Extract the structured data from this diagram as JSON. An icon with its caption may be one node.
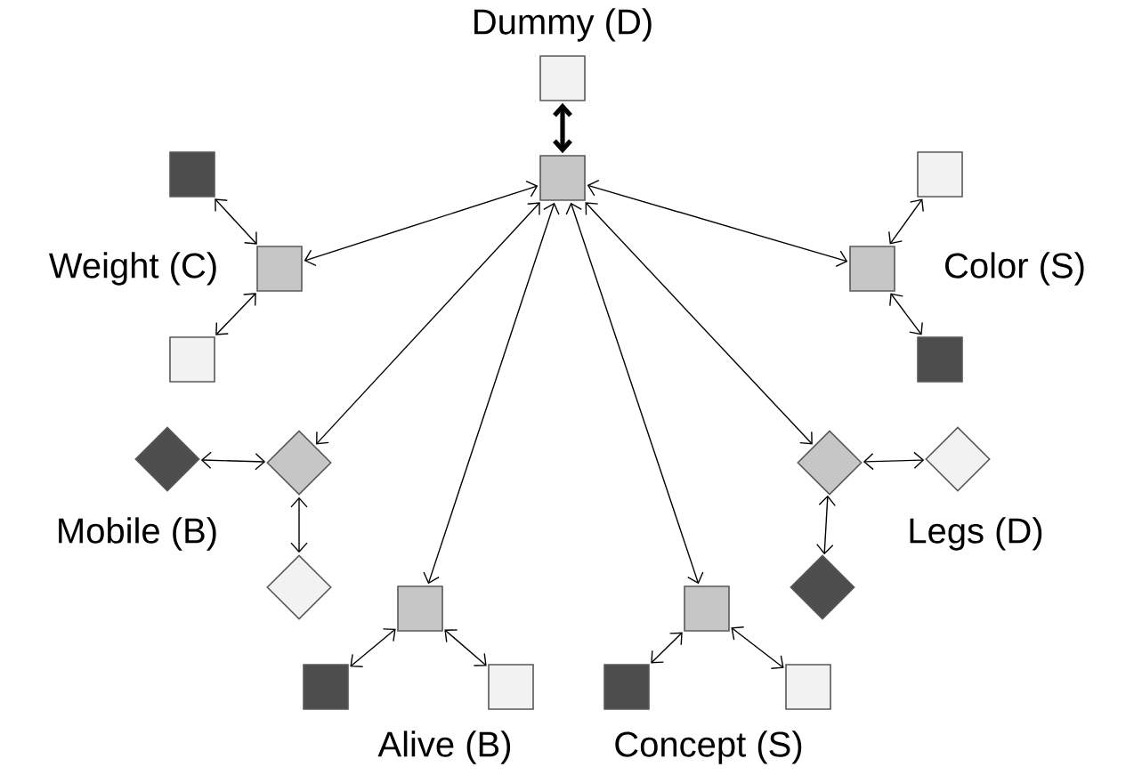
{
  "diagram": {
    "nodes": [
      {
        "text": [],
        "shape": "box"
      },
      {
        "text": [],
        "shape": "box",
        "beside": [
          "Dummy (D)"
        ]
      },
      {
        "text": [],
        "shape": "box",
        "beside": [
          "Weight (C)"
        ]
      },
      {
        "text": [],
        "shape": "box"
      },
      {
        "text": [],
        "shape": "box"
      },
      {
        "text": [],
        "shape": "box",
        "beside": [
          "Color (S)"
        ]
      },
      {
        "text": [],
        "shape": "box"
      },
      {
        "text": [],
        "shape": "box"
      },
      {
        "text": [],
        "shape": "diamond"
      },
      {
        "text": [],
        "shape": "diamond"
      },
      {
        "text": [],
        "shape": "diamond"
      },
      {
        "text": [],
        "shape": "diamond"
      },
      {
        "text": [],
        "shape": "diamond"
      },
      {
        "text": [],
        "shape": "diamond"
      },
      {
        "text": [],
        "shape": "box"
      },
      {
        "text": [],
        "shape": "box"
      },
      {
        "text": [],
        "shape": "box"
      },
      {
        "text": [],
        "shape": "box"
      },
      {
        "text": [],
        "shape": "box"
      },
      {
        "text": [],
        "shape": "box"
      }
    ],
    "edges": [
      {
        "from": 0,
        "to": 1,
        "arrow": "both",
        "style": "thick"
      },
      {
        "from": 0,
        "to": 2,
        "arrow": "both"
      },
      {
        "from": 0,
        "to": 5,
        "arrow": "both"
      },
      {
        "from": 0,
        "to": 8,
        "arrow": "both"
      },
      {
        "from": 0,
        "to": 11,
        "arrow": "both"
      },
      {
        "from": 0,
        "to": 14,
        "arrow": "both"
      },
      {
        "from": 0,
        "to": 17,
        "arrow": "both"
      },
      {
        "from": 2,
        "to": 3,
        "arrow": "both"
      },
      {
        "from": 2,
        "to": 4,
        "arrow": "both"
      },
      {
        "from": 5,
        "to": 6,
        "arrow": "both"
      },
      {
        "from": 5,
        "to": 7,
        "arrow": "both"
      },
      {
        "from": 8,
        "to": 9,
        "arrow": "both"
      },
      {
        "from": 8,
        "to": 10,
        "arrow": "both"
      },
      {
        "from": 11,
        "to": 12,
        "arrow": "both"
      },
      {
        "from": 11,
        "to": 13,
        "arrow": "both"
      },
      {
        "from": 14,
        "to": 15,
        "arrow": "both"
      },
      {
        "from": 14,
        "to": 16,
        "arrow": "both"
      },
      {
        "from": 17,
        "to": 18,
        "arrow": "both"
      },
      {
        "from": 17,
        "to": 19,
        "arrow": "both"
      }
    ],
    "labels": [
      "Mobile (B)",
      "Legs (D)",
      "Alive (B)",
      "Concept (S)"
    ]
  }
}
